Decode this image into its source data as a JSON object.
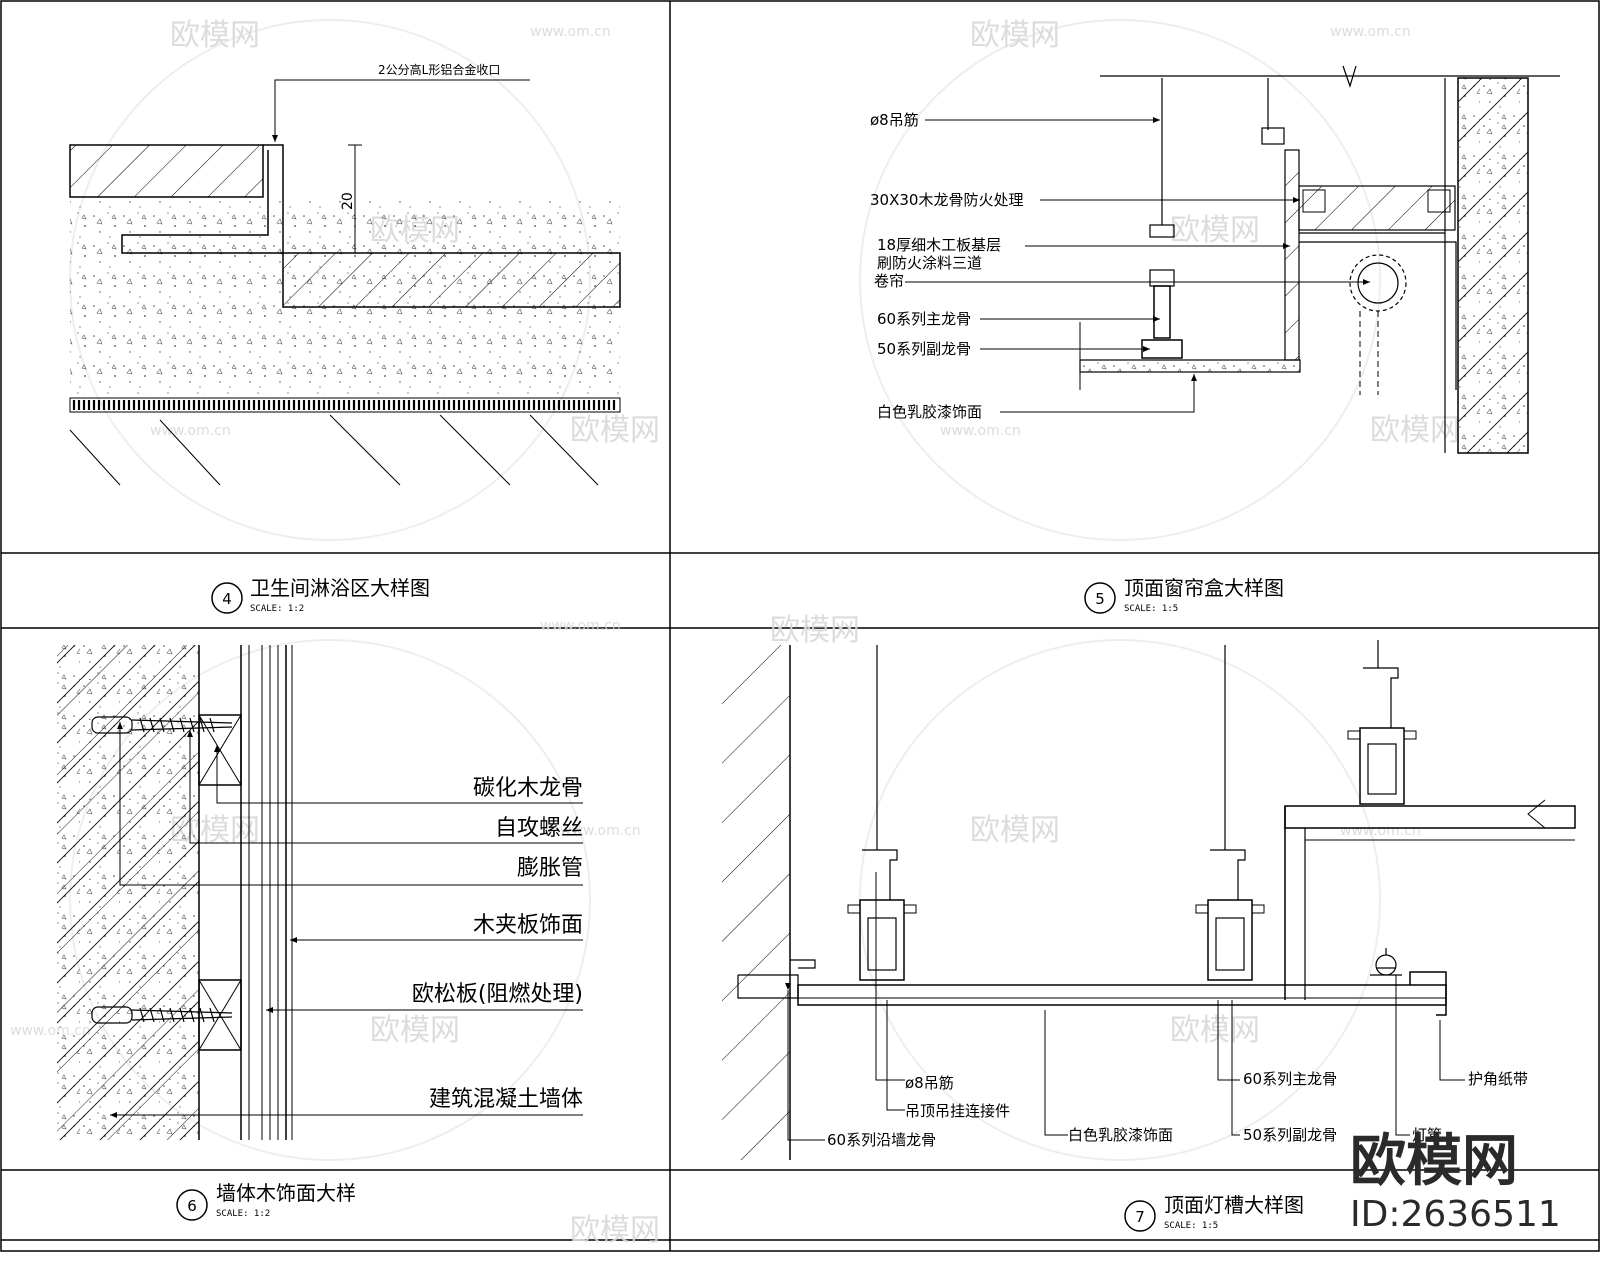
{
  "panels": {
    "p4": {
      "num": "4",
      "title": "卫生间淋浴区大样图",
      "scale": "SCALE: 1:2",
      "labels": {
        "trim": "2公分高L形铝合金收口",
        "dim": "20"
      }
    },
    "p5": {
      "num": "5",
      "title": "顶面窗帘盒大样图",
      "scale": "SCALE: 1:5",
      "labels": {
        "rod": "ø8吊筋",
        "joist": "30X30木龙骨防火处理",
        "board1": "18厚细木工板基层",
        "board2": "刷防火涂料三道",
        "curtain": "卷帘",
        "main": "60系列主龙骨",
        "sub": "50系列副龙骨",
        "paint": "白色乳胶漆饰面"
      }
    },
    "p6": {
      "num": "6",
      "title": "墙体木饰面大样",
      "scale": "SCALE: 1:2",
      "labels": {
        "l1": "碳化木龙骨",
        "l2": "自攻螺丝",
        "l3": "膨胀管",
        "l4": "木夹板饰面",
        "l5": "欧松板(阻燃处理)",
        "l6": "建筑混凝土墙体"
      }
    },
    "p7": {
      "num": "7",
      "title": "顶面灯槽大样图",
      "scale": "SCALE: 1:5",
      "labels": {
        "rod": "ø8吊筋",
        "hanger": "吊顶吊挂连接件",
        "wall": "60系列沿墙龙骨",
        "paint": "白色乳胶漆饰面",
        "main": "60系列主龙骨",
        "sub": "50系列副龙骨",
        "tape": "护角纸带",
        "tube": "灯管"
      }
    }
  },
  "watermark": {
    "brand": "欧模网",
    "url": "www.om.cn"
  },
  "brand": {
    "name": "欧模网",
    "id": "ID:2636511"
  }
}
